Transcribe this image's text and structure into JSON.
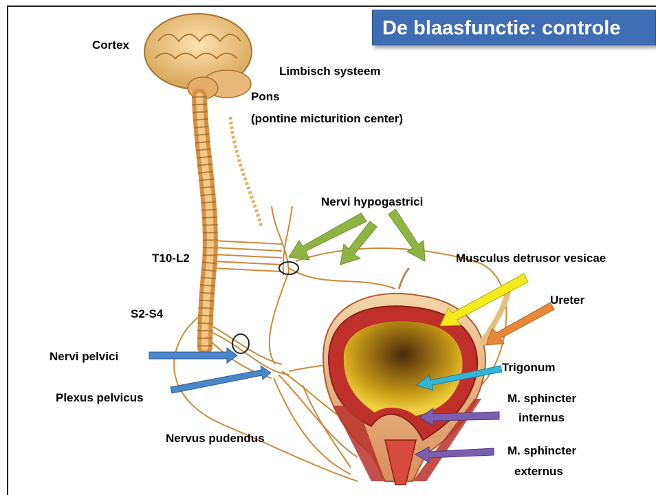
{
  "title": "De blaasfunctie:  controle",
  "labels": {
    "cortex": "Cortex",
    "limbisch": "Limbisch systeem",
    "pons": "Pons",
    "pons_sub": "(pontine micturition center)",
    "hypogastrici": "Nervi hypogastrici",
    "t10l2": "T10-L2",
    "detrusor": "Musculus detrusor vesicae",
    "ureter": "Ureter",
    "s2s4": "S2-S4",
    "pelvici": "Nervi pelvici",
    "trigonum": "Trigonum",
    "plexus": "Plexus pelvicus",
    "sphincter_int_1": "M. sphincter",
    "sphincter_int_2": "internus",
    "pudendus": "Nervus pudendus",
    "sphincter_ext_1": "M. sphincter",
    "sphincter_ext_2": "externus"
  },
  "colors": {
    "title_bg": "#3f6db4",
    "arrow_green": "#8fb443",
    "arrow_blue": "#4a86c8",
    "arrow_yellow": "#f2ea1c",
    "arrow_orange": "#e8893a",
    "arrow_cyan": "#33b5d6",
    "arrow_purple": "#7a5fb0",
    "nerve": "#c98a3a",
    "muscle": "#b8322a"
  }
}
